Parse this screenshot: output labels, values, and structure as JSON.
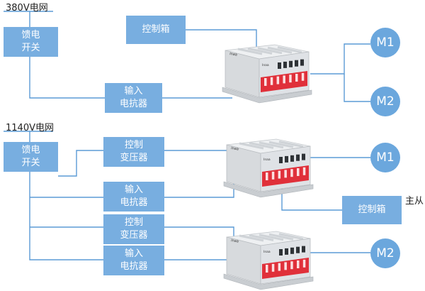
{
  "sections": {
    "top_title": "380V电网",
    "bottom_title": "1140V电网"
  },
  "boxes": {
    "feed_switch_1": [
      "馈电",
      "开关"
    ],
    "control_box_top": [
      "控制箱"
    ],
    "reactor_1": [
      "输入",
      "电抗器"
    ],
    "feed_switch_2": [
      "馈电",
      "开关"
    ],
    "transformer_1": [
      "控制",
      "变压器"
    ],
    "reactor_2": [
      "输入",
      "电抗器"
    ],
    "transformer_2": [
      "控制",
      "变压器"
    ],
    "reactor_3": [
      "输入",
      "电抗器"
    ],
    "control_box_right": [
      "控制箱"
    ]
  },
  "motors": [
    "M1",
    "M2",
    "M1",
    "M2"
  ],
  "labels": {
    "master_slave": "主从"
  },
  "device": {
    "brand": "Inaa"
  },
  "colors": {
    "box": "#78aee0",
    "motor": "#6ba7dd",
    "line": "#5b9bd5",
    "device_red": "#e0303a",
    "device_body": "#dfe2e6"
  }
}
